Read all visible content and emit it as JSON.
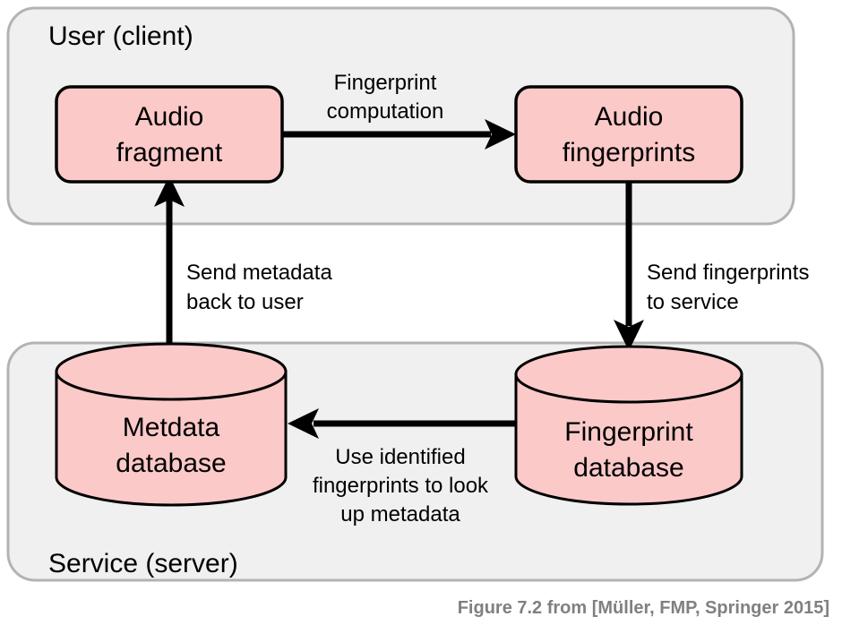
{
  "figure": {
    "caption": "Figure 7.2 from [Müller, FMP, Springer 2015]",
    "colors": {
      "node_fill": "#fcc9c9",
      "node_stroke": "#000000",
      "panel_fill": "#f0f0f0",
      "panel_stroke": "#b3b3b3",
      "caption_color": "#808080",
      "background": "#ffffff"
    }
  },
  "panels": [
    {
      "id": "client",
      "label": "User (client)"
    },
    {
      "id": "server",
      "label": "Service (server)"
    }
  ],
  "nodes": [
    {
      "id": "audio-fragment",
      "shape": "rounded-rect",
      "line1": "Audio",
      "line2": "fragment"
    },
    {
      "id": "audio-fingerprints",
      "shape": "rounded-rect",
      "line1": "Audio",
      "line2": "fingerprints"
    },
    {
      "id": "metadata-database",
      "shape": "cylinder",
      "line1": "Metdata",
      "line2": "database"
    },
    {
      "id": "fingerprint-database",
      "shape": "cylinder",
      "line1": "Fingerprint",
      "line2": "database"
    }
  ],
  "edges": [
    {
      "id": "fingerprint-computation",
      "from": "audio-fragment",
      "to": "audio-fingerprints",
      "direction": "right",
      "line1": "Fingerprint",
      "line2": "computation",
      "line3": ""
    },
    {
      "id": "send-fingerprints",
      "from": "audio-fingerprints",
      "to": "fingerprint-database",
      "direction": "down",
      "line1": "Send fingerprints",
      "line2": "to service",
      "line3": ""
    },
    {
      "id": "lookup-metadata",
      "from": "fingerprint-database",
      "to": "metadata-database",
      "direction": "left",
      "line1": "Use identified",
      "line2": "fingerprints to look",
      "line3": "up metadata"
    },
    {
      "id": "send-metadata",
      "from": "metadata-database",
      "to": "audio-fragment",
      "direction": "up",
      "line1": "Send metadata",
      "line2": "back to user",
      "line3": ""
    }
  ]
}
